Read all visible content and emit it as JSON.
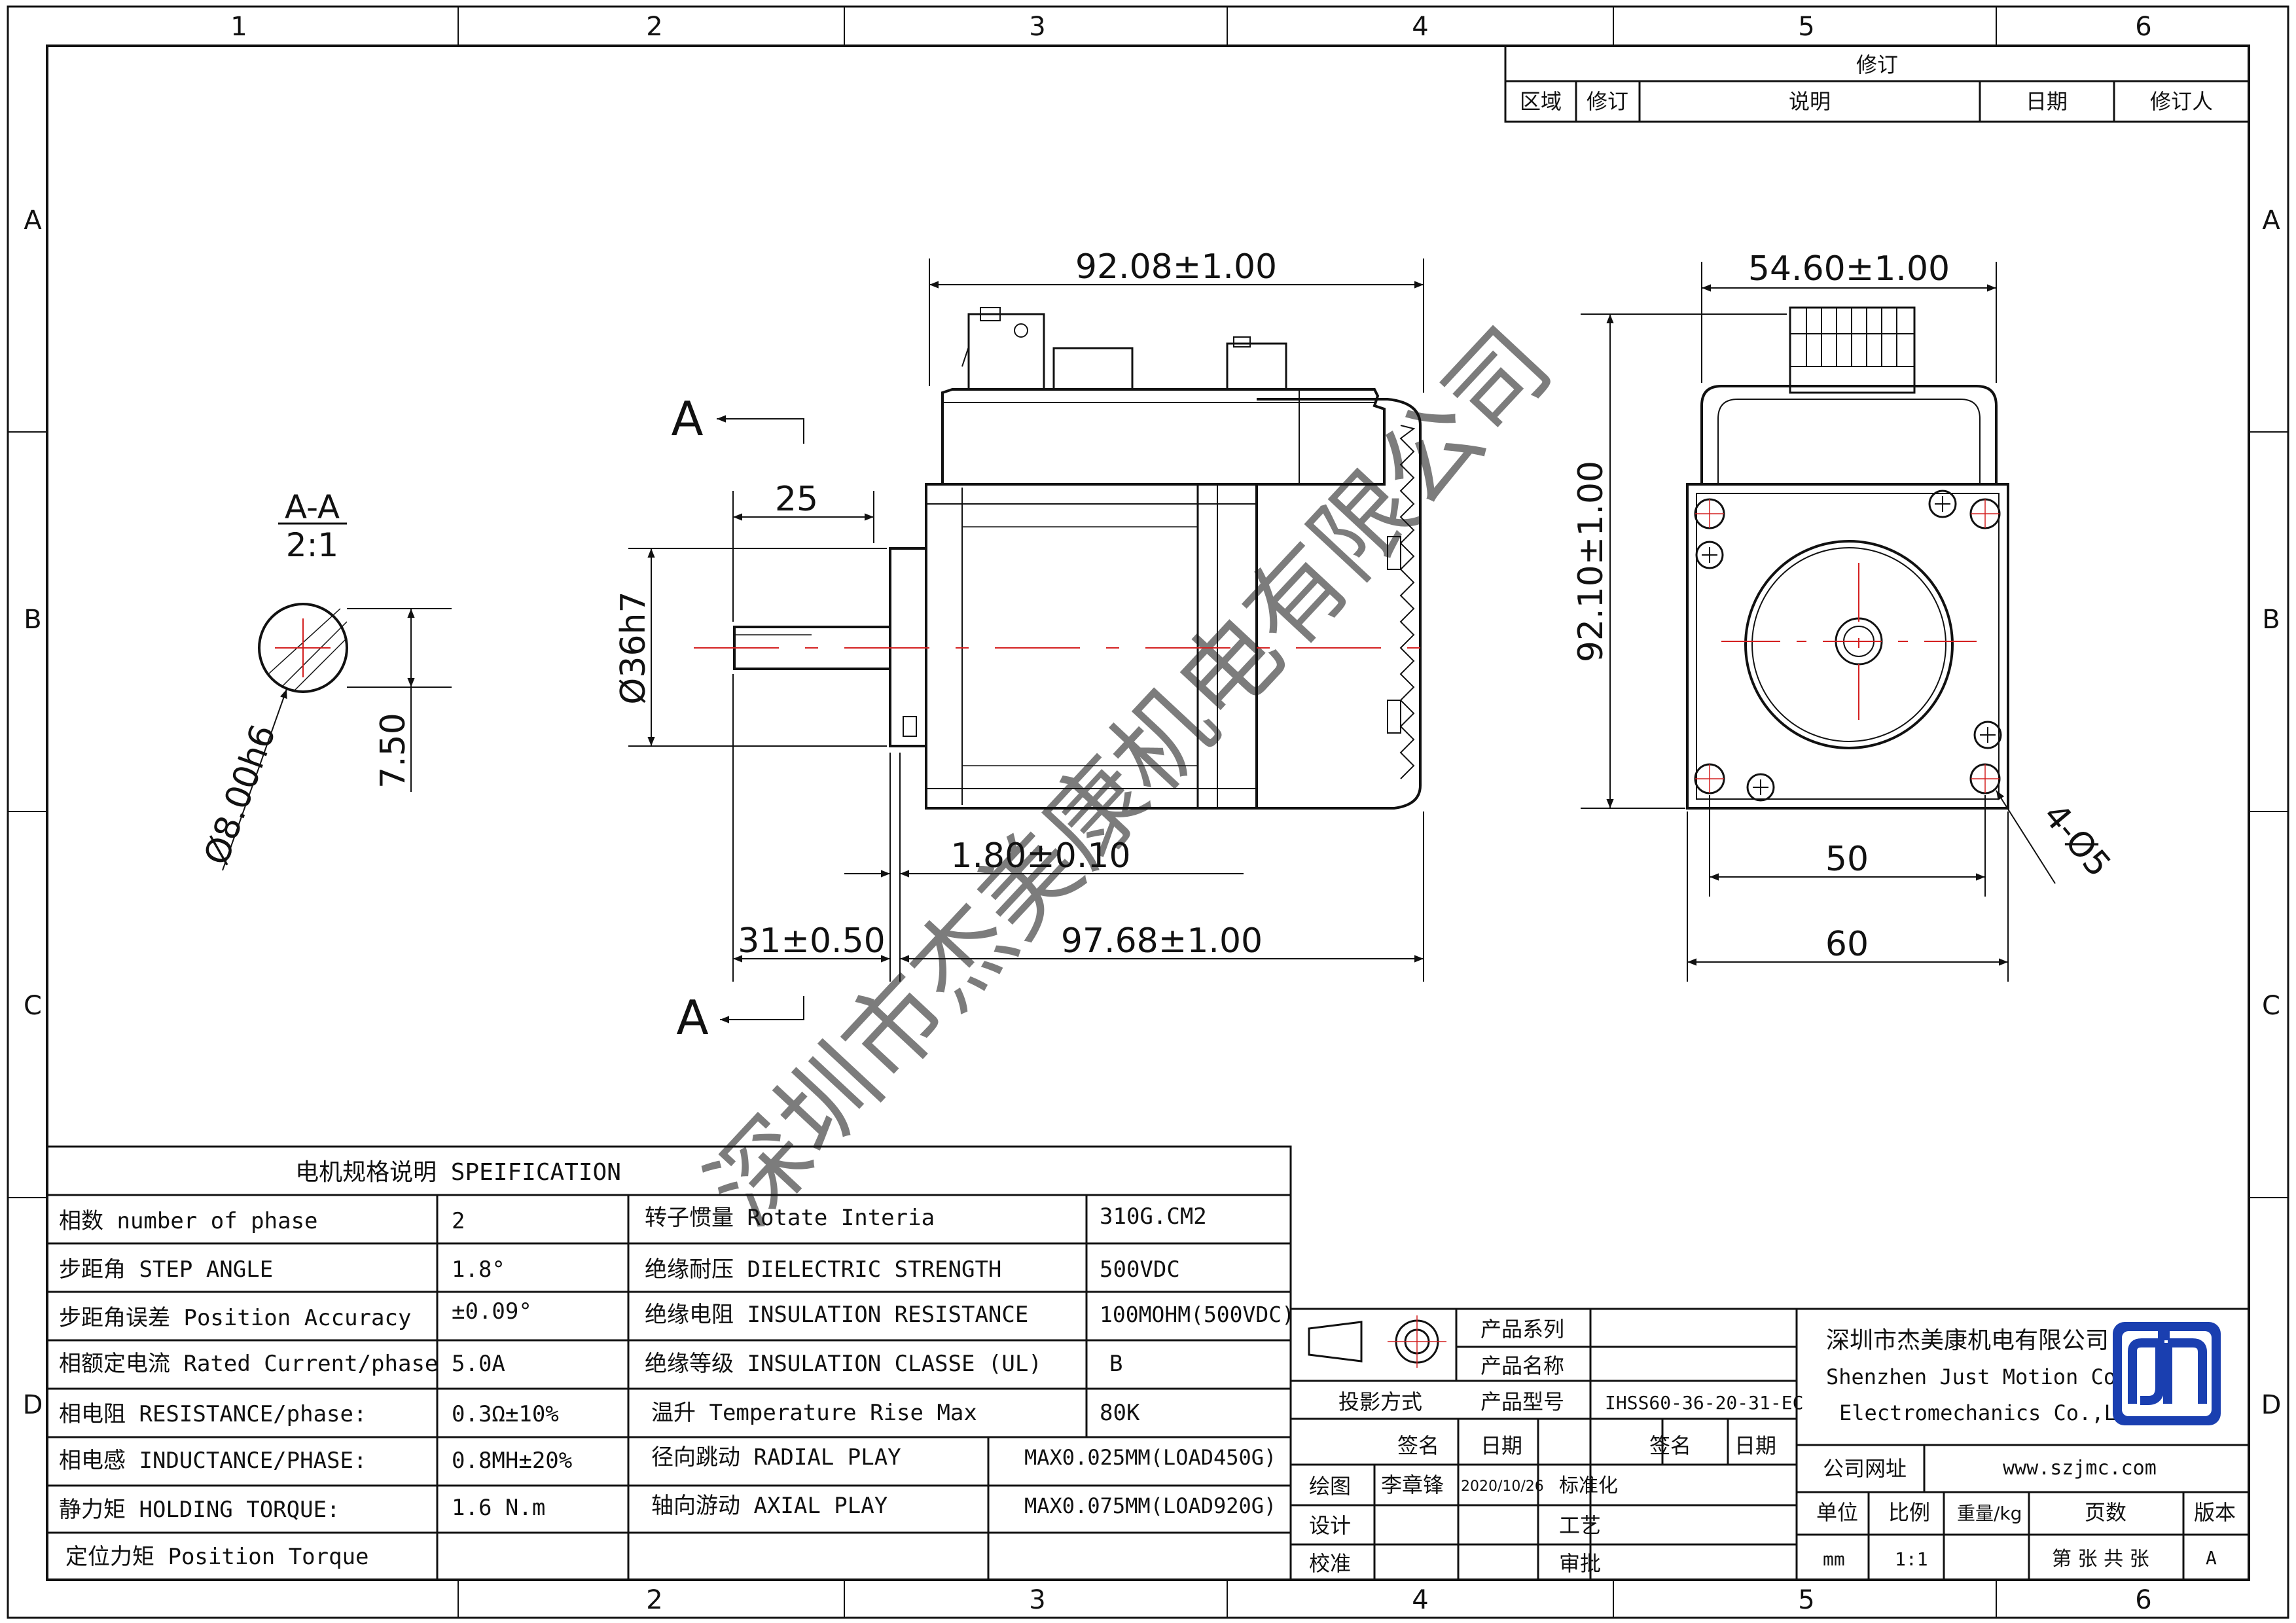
{
  "frame": {
    "col_labels": [
      "1",
      "2",
      "3",
      "4",
      "5",
      "6"
    ],
    "row_labels": [
      "A",
      "B",
      "C",
      "D"
    ]
  },
  "revision": {
    "title": "修订",
    "headers": [
      "区域",
      "修订",
      "说明",
      "日期",
      "修订人"
    ]
  },
  "section": {
    "title": "A-A",
    "scale": "2:1",
    "diameter": "Ø8.00h6",
    "flat": "7.50"
  },
  "side_view": {
    "section_mark": "A",
    "top_length": "92.08±1.00",
    "shaft_flat_length": "25",
    "flange_diameter": "Ø36h7",
    "flange_thickness": "1.80±0.10",
    "shaft_length": "31±0.50",
    "body_length": "97.68±1.00"
  },
  "front_view": {
    "width_top": "54.60±1.00",
    "height": "92.10±1.00",
    "hole_spacing": "50",
    "flange_width": "60",
    "holes": "4-Ø5"
  },
  "watermark": "深圳市杰美康机电有限公司",
  "spec": {
    "title": "电机规格说明 SPEIFICATION",
    "rows": [
      [
        "相数 number of phase",
        "2",
        "转子惯量 Rotate Interia",
        "310G.CM2"
      ],
      [
        "步距角 STEP ANGLE",
        "1.8°",
        "绝缘耐压 DIELECTRIC STRENGTH",
        "500VDC"
      ],
      [
        "步距角误差 Position Accuracy",
        "±0.09°",
        "绝缘电阻 INSULATION RESISTANCE",
        "100MOHM(500VDC)"
      ],
      [
        "相额定电流 Rated Current/phase",
        "5.0A",
        "绝缘等级 INSULATION CLASSE (UL)",
        "B"
      ],
      [
        "相电阻 RESISTANCE/phase:",
        "0.3Ω±10%",
        "温升 Temperature Rise Max",
        "80K"
      ],
      [
        "相电感 INDUCTANCE/PHASE:",
        "0.8MH±20%",
        "径向跳动 RADIAL PLAY",
        "MAX0.025MM(LOAD450G)"
      ],
      [
        "静力矩 HOLDING TORQUE:",
        "1.6 N.m",
        "轴向游动 AXIAL PLAY",
        "MAX0.075MM(LOAD920G)"
      ],
      [
        "定位力矩 Position Torque",
        "",
        "",
        ""
      ]
    ]
  },
  "title_block": {
    "product_series": "产品系列",
    "product_name": "产品名称",
    "projection": "投影方式",
    "product_model": "产品型号",
    "model_value": "IHSS60-36-20-31-EC",
    "sign": "签名",
    "date": "日期",
    "draw": "绘图",
    "drawer": "李章锋",
    "draw_date": "2020/10/26",
    "standard": "标准化",
    "design": "设计",
    "process": "工艺",
    "check": "校准",
    "approve": "审批",
    "company_cn": "深圳市杰美康机电有限公司",
    "company_en1": "Shenzhen Just Motion Control",
    "company_en2": "Electromechanics Co.,LTD",
    "website_label": "公司网址",
    "website": "www.szjmc.com",
    "unit_label": "单位",
    "unit": "mm",
    "scale_label": "比例",
    "scale": "1:1",
    "weight_label": "重量/kg",
    "pages_label": "页数",
    "pages": "第 张 共 张",
    "version_label": "版本",
    "version": "A"
  },
  "colors": {
    "line": "#111111",
    "center": "#d42020",
    "logo": "#1a3fb0"
  }
}
